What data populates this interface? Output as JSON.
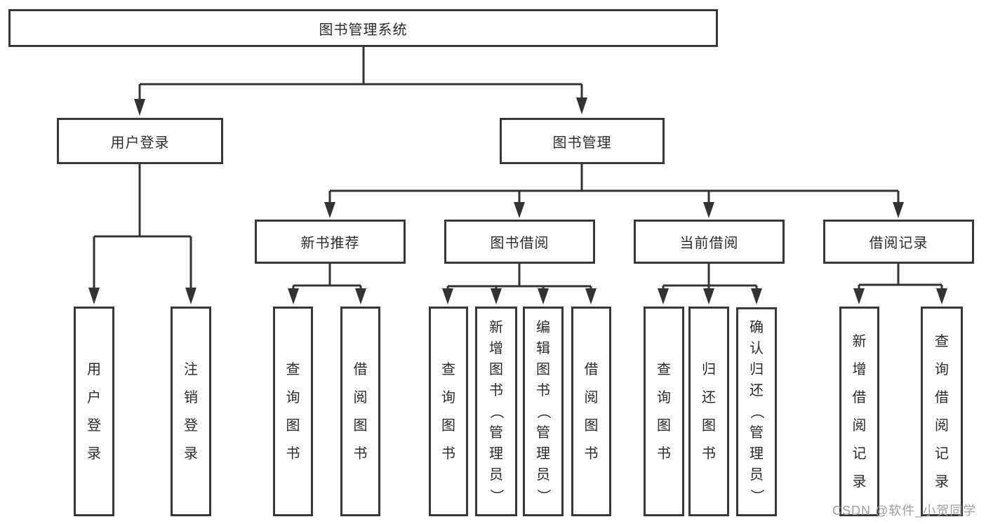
{
  "diagram": {
    "root": {
      "label": "图书管理系统"
    },
    "level2": [
      {
        "label": "用户登录"
      },
      {
        "label": "图书管理"
      }
    ],
    "level3": [
      {
        "label": "新书推荐"
      },
      {
        "label": "图书借阅"
      },
      {
        "label": "当前借阅"
      },
      {
        "label": "借阅记录"
      }
    ],
    "leaves": {
      "user_login": [
        {
          "label": "用户登录"
        },
        {
          "label": "注销登录"
        }
      ],
      "new_book_recommend": [
        {
          "label": "查询图书"
        },
        {
          "label": "借阅图书"
        }
      ],
      "book_borrow": [
        {
          "label": "查询图书"
        },
        {
          "label": "新增图书（管理员）"
        },
        {
          "label": "编辑图书（管理员）"
        },
        {
          "label": "借阅图书"
        }
      ],
      "current_borrow": [
        {
          "label": "查询图书"
        },
        {
          "label": "归还图书"
        },
        {
          "label": "确认归还（管理员）"
        }
      ],
      "borrow_record": [
        {
          "label": "新增借阅记录"
        },
        {
          "label": "查询借阅记录"
        }
      ]
    }
  },
  "watermark": {
    "text": "CSDN @软件_小贺同学"
  },
  "colors": {
    "line": "#333333",
    "border": "#383838",
    "text": "#2b2b2b",
    "background": "#ffffff",
    "watermark": "#9b9ea4"
  }
}
